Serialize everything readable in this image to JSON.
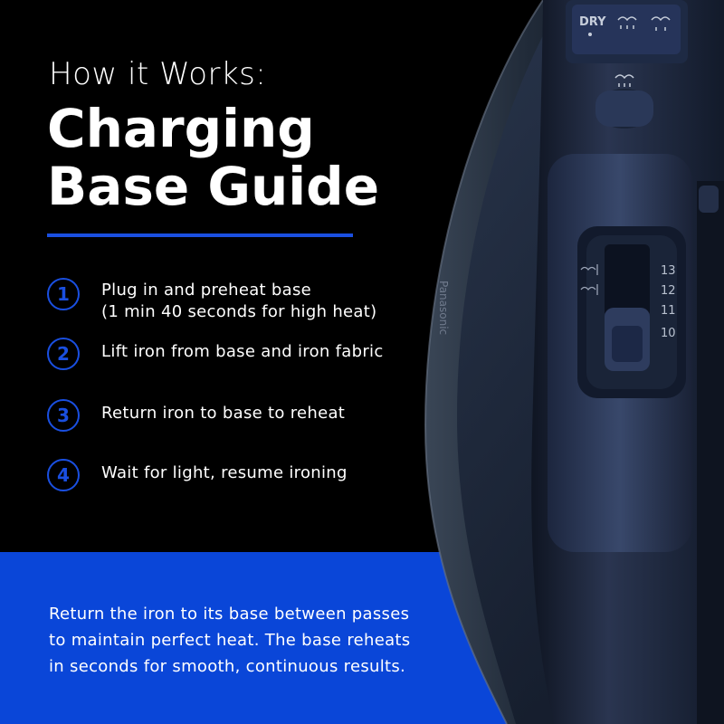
{
  "header": {
    "subtitle": "How it Works:",
    "title_line1": "Charging",
    "title_line2": "Base Guide"
  },
  "steps": [
    {
      "number": "1",
      "line1": "Plug in and preheat base",
      "line2": "(1 min 40 seconds for high heat)"
    },
    {
      "number": "2",
      "line1": "Lift iron from base and iron fabric"
    },
    {
      "number": "3",
      "line1": "Return iron to base to reheat"
    },
    {
      "number": "4",
      "line1": "Wait for light, resume ironing"
    }
  ],
  "footer": {
    "line1": "Return the iron to its base between passes",
    "line2": "to maintain perfect heat. The base reheats",
    "line3": "in seconds for smooth, continuous results."
  },
  "iron": {
    "mode_label": "DRY",
    "scale_marks": [
      "13",
      "12",
      "11",
      "10"
    ],
    "brand_text": "Panasonic",
    "icons": [
      "steam-icon",
      "dry-icon",
      "spray-icon"
    ]
  },
  "colors": {
    "accent_blue": "#1a4fe0",
    "panel_blue": "#0a46d8",
    "background": "#000000",
    "iron_body": "#1b2438"
  }
}
